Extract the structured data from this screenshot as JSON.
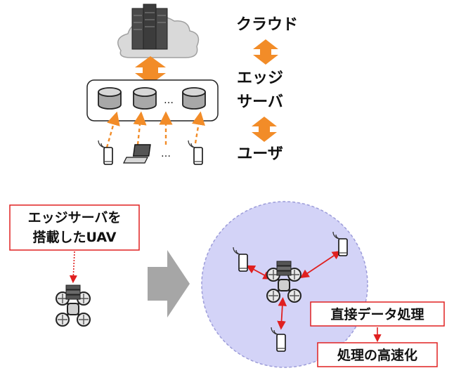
{
  "layers": {
    "cloud": "クラウド",
    "edge_line1": "エッジ",
    "edge_line2": "サーバ",
    "user": "ユーザ"
  },
  "ellipsis_servers": "…",
  "ellipsis_devices": "…",
  "callouts": {
    "uav_line1": "エッジサーバを",
    "uav_line2": "搭載したUAV",
    "direct": "直接データ処理",
    "faster": "処理の高速化"
  },
  "colors": {
    "accent_orange": "#f28c28",
    "callout_red": "#e02020",
    "coverage_fill": "#d3d3f7",
    "coverage_stroke": "#9c9cd9",
    "arrow_gray": "#a6a6a6"
  }
}
